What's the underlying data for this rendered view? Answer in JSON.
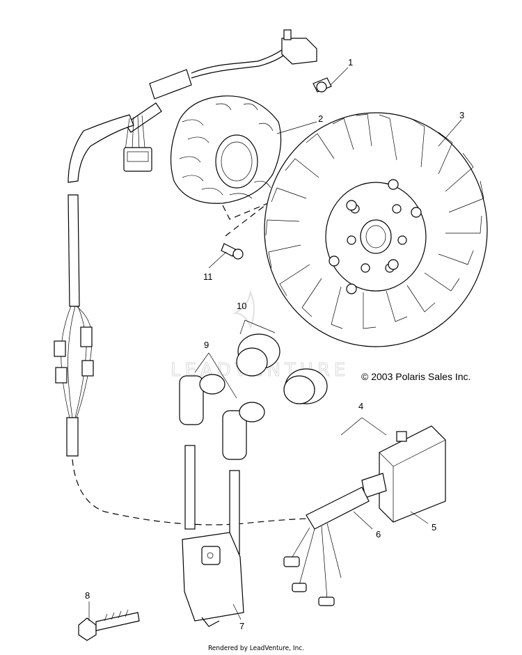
{
  "diagram": {
    "callouts": [
      "1",
      "2",
      "3",
      "4",
      "5",
      "6",
      "7",
      "8",
      "9",
      "10",
      "11"
    ],
    "copyright": "© 2003 Polaris Sales Inc.",
    "watermark": "LEADVENTURE",
    "footer": "Rendered by LeadVenture, Inc."
  }
}
